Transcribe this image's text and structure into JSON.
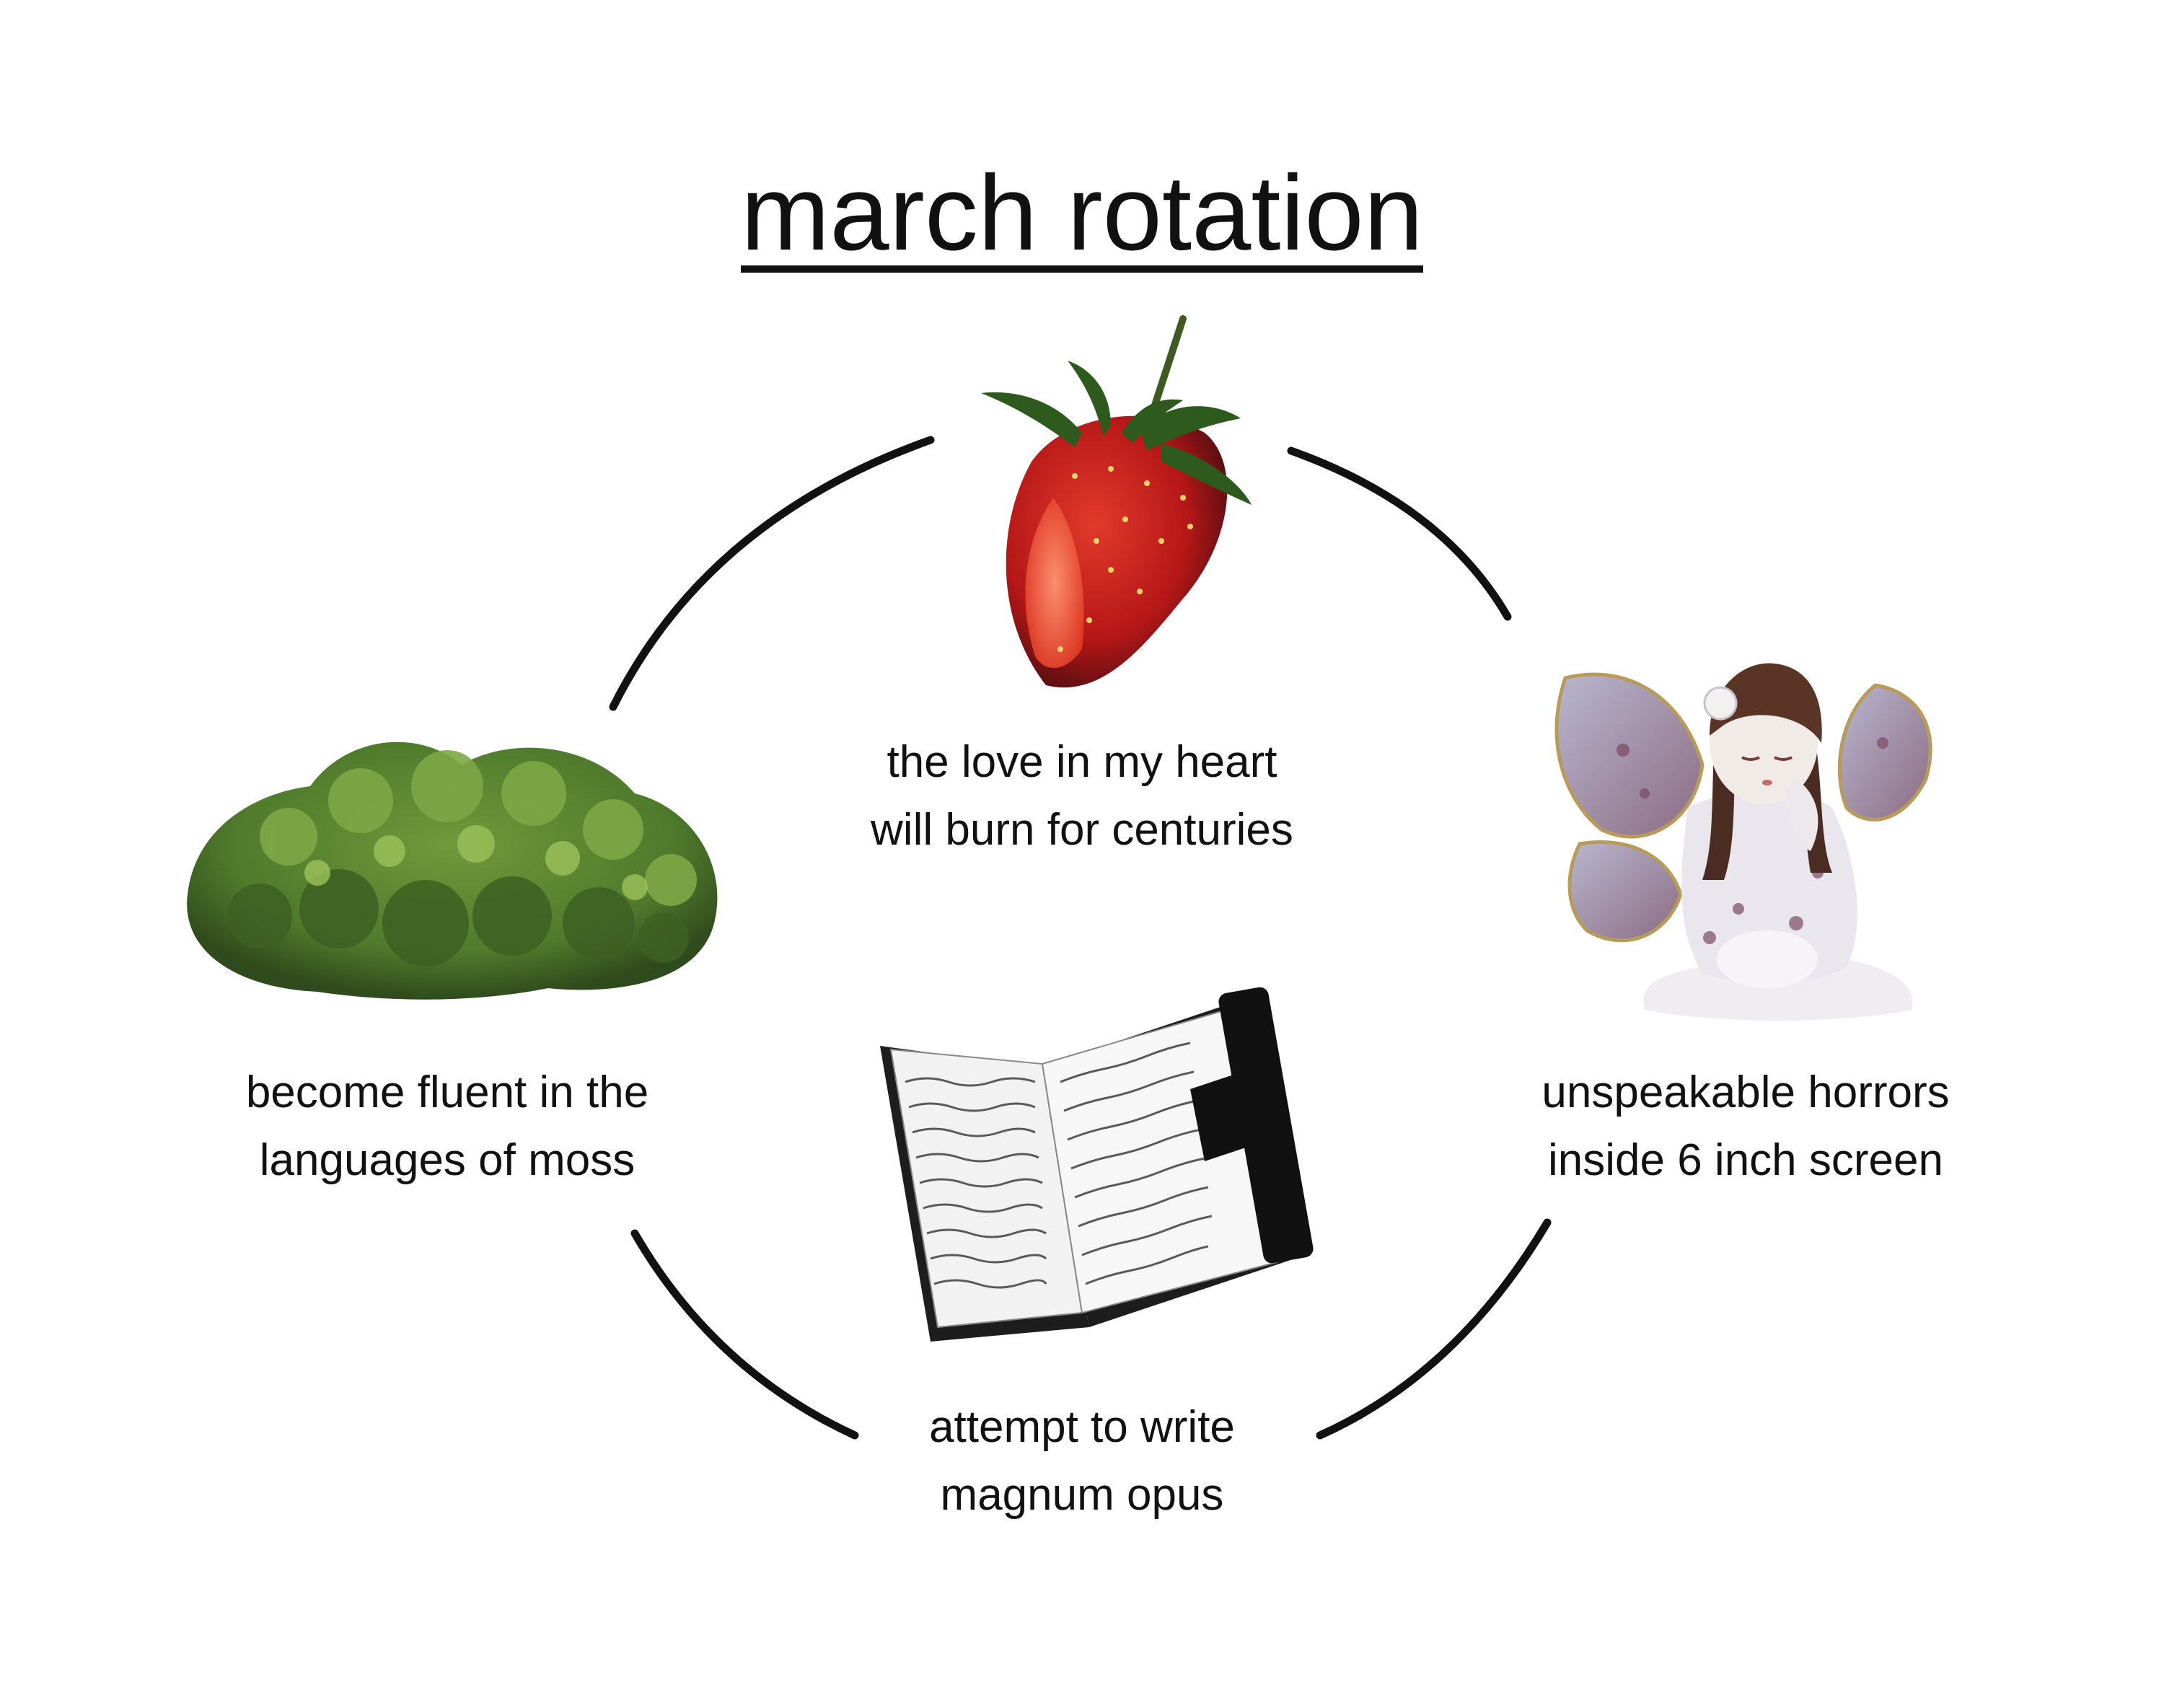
{
  "title": "march rotation",
  "colors": {
    "background": "#ffffff",
    "ink": "#111111",
    "strawberry_red": "#c81e1e",
    "moss_green": "#4f7a2c",
    "porcelain": "#e9e6ee"
  },
  "items": [
    {
      "icon": "strawberry-image",
      "lines": [
        "the love in my heart",
        "will burn for centuries"
      ]
    },
    {
      "icon": "fairy-figurine-image",
      "lines": [
        "unspeakable horrors",
        "inside 6 inch screen"
      ]
    },
    {
      "icon": "journal-image",
      "lines": [
        "attempt to write",
        "magnum opus"
      ]
    },
    {
      "icon": "moss-image",
      "lines": [
        "become fluent in the",
        "languages of moss"
      ]
    }
  ]
}
